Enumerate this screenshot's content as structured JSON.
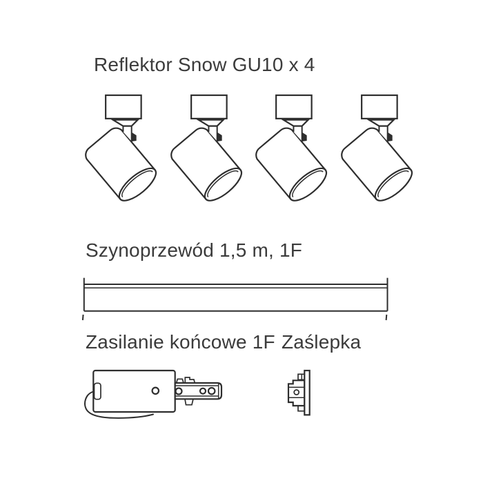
{
  "page": {
    "background": "#ffffff",
    "ink_color": "#2e2e2e",
    "text_color": "#3b3b3b"
  },
  "sections": {
    "reflectors": {
      "title": "Reflektor Snow GU10 x 4",
      "count": 4
    },
    "track": {
      "title": "Szynoprzewód 1,5 m, 1F"
    },
    "feed": {
      "title": "Zasilanie końcowe 1F"
    },
    "endcap": {
      "title": "Zaślepka"
    }
  }
}
